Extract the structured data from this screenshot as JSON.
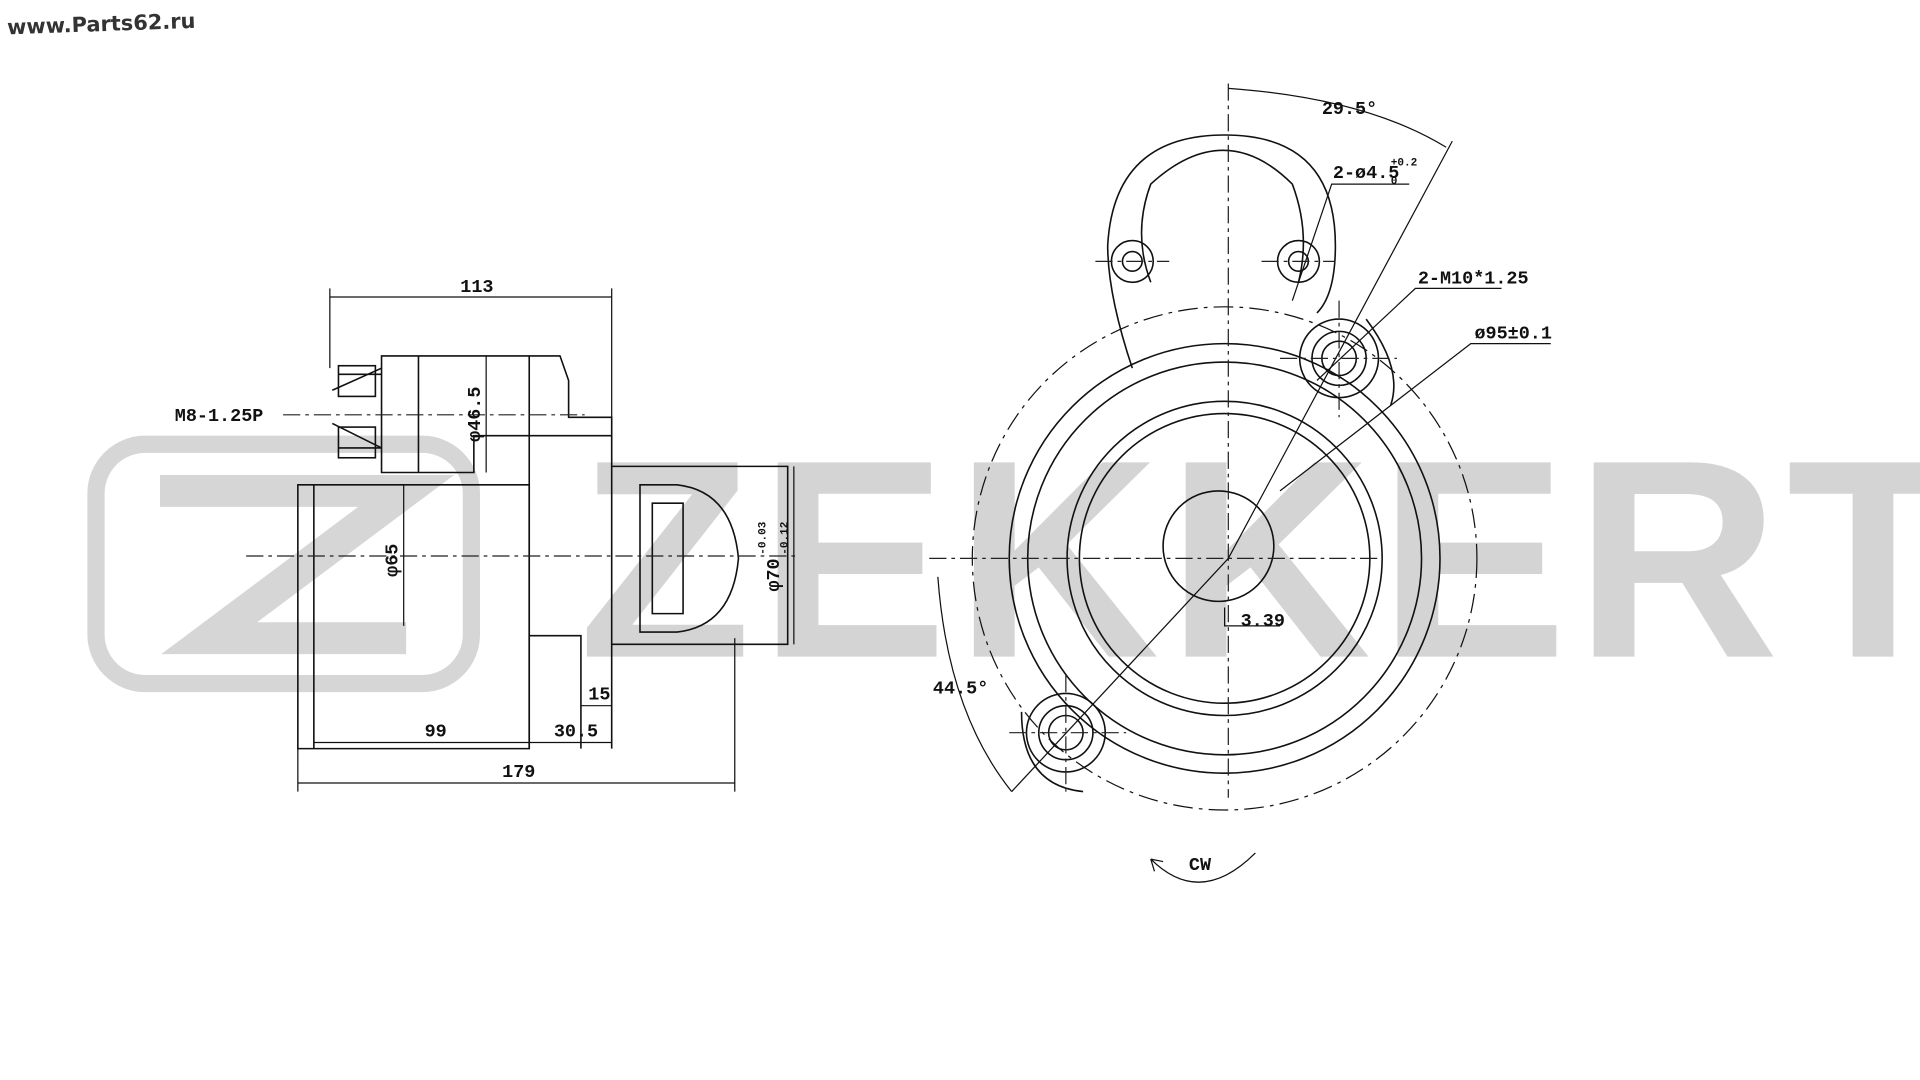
{
  "watermark": {
    "url": "www.Parts62.ru",
    "brand": "ZEKKERT"
  },
  "side_view": {
    "dims": {
      "overall_solenoid": "113",
      "thread": "M8-1.25P",
      "solenoid_dia": "φ46.5",
      "motor_dia": "φ65",
      "pilot_dia": "φ70",
      "pilot_tol_upper": "-0.03",
      "pilot_tol_lower": "-0.12",
      "flange": "15",
      "motor_len": "99",
      "nose_len": "30.5",
      "total_len": "179"
    }
  },
  "front_view": {
    "dims": {
      "angle_top": "29.5°",
      "holes": "2-ø4.5",
      "holes_tol_upper": "+0.2",
      "holes_tol_lower": "0",
      "thread_holes": "2-M10*1.25",
      "bolt_circle": "ø95±0.1",
      "offset": "3.39",
      "angle_bottom": "44.5°",
      "rotation": "CW"
    }
  }
}
